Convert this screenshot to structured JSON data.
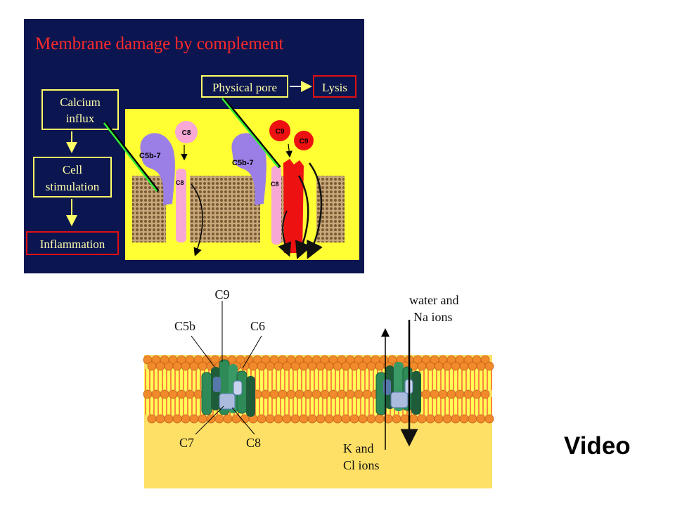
{
  "top_diagram": {
    "title": "Membrane damage by complement",
    "boxes": {
      "calcium_influx": [
        "Calcium",
        "influx"
      ],
      "cell_stimulation": [
        "Cell",
        "stimulation"
      ],
      "inflammation": "Inflammation",
      "physical_pore": "Physical pore",
      "lysis": "Lysis"
    },
    "labels": {
      "c8_free": "C8",
      "c5b7_left": "C5b-7",
      "c8_left": "C8",
      "c5b7_right": "C5b-7",
      "c8_right": "C8",
      "c9_a": "C9",
      "c9_b": "C9"
    },
    "colors": {
      "background": "#0b1550",
      "title": "#ff2a2a",
      "panel": "#ffff33",
      "c5b7": "#9b7fe6",
      "c8": "#f7a8d4",
      "c9": "#ee1111",
      "box_border": "#ffff66",
      "red_box_border": "#dd1111",
      "arrow_green": "#33ee33"
    }
  },
  "bottom_diagram": {
    "labels": {
      "c9": "C9",
      "c5b": "C5b",
      "c6": "C6",
      "c7": "C7",
      "c8": "C8",
      "water_na": [
        "water and",
        "Na ions"
      ],
      "k_cl": [
        "K and",
        "Cl ions"
      ]
    },
    "colors": {
      "head": "#f08a2a",
      "tail": "#ffff55",
      "base": "#ffe066",
      "protein_green": "#2e8b57",
      "protein_dark": "#1f5c3a",
      "protein_blue": "#5577aa"
    }
  },
  "video_label": "Video"
}
